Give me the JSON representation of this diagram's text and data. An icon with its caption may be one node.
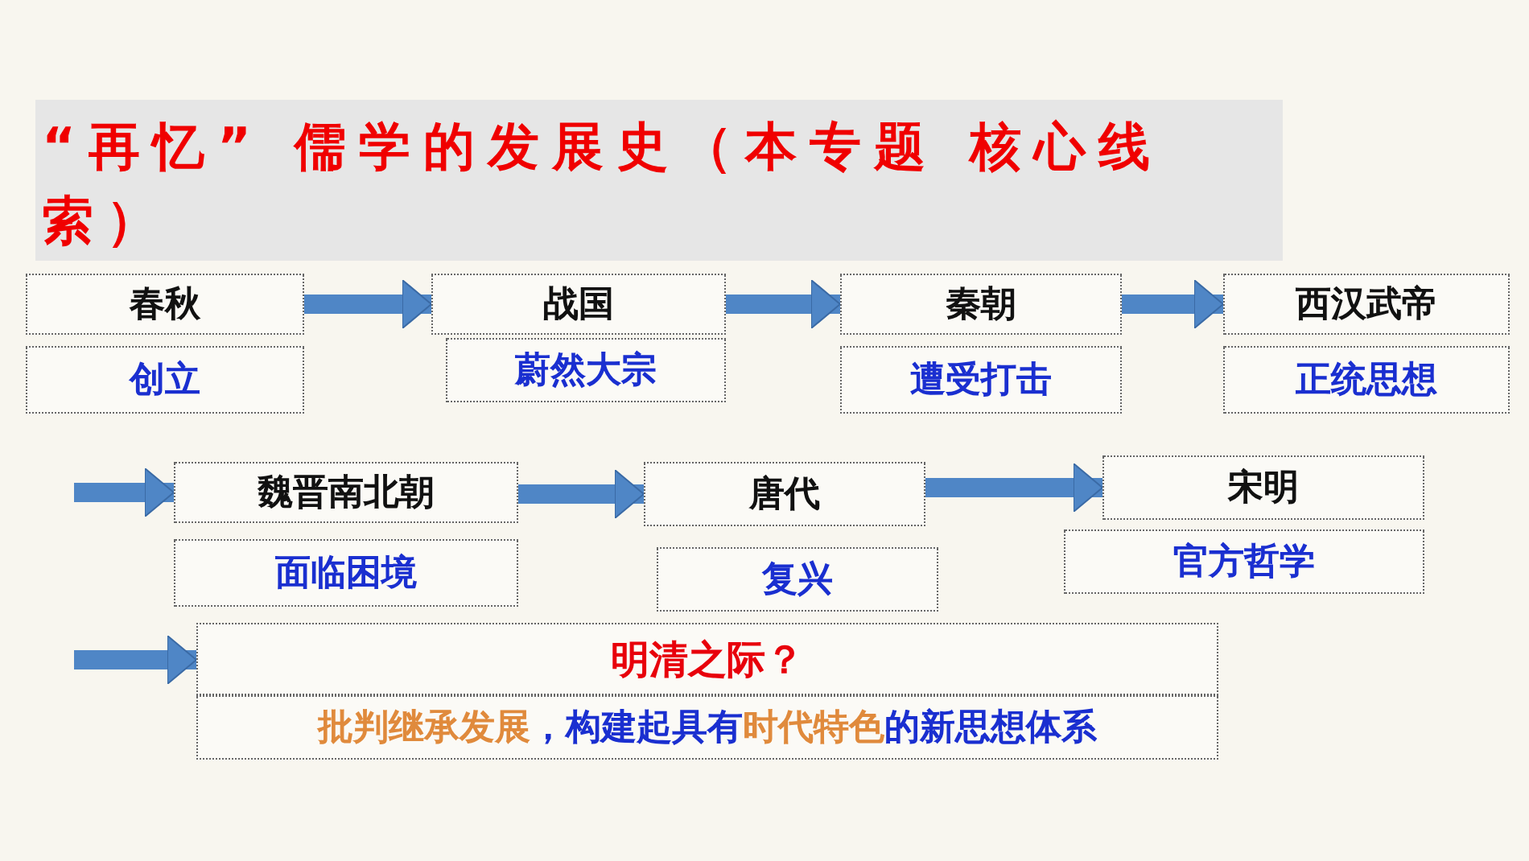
{
  "diagram": {
    "title": "“再忆” 儒学的发展史（本专题 核心线索）",
    "nodes": [
      {
        "text": [
          "春秋"
        ]
      },
      {
        "text": [
          "创立"
        ]
      },
      {
        "text": [
          "战国"
        ]
      },
      {
        "text": [
          "蔚然大宗"
        ]
      },
      {
        "text": [
          "秦朝"
        ]
      },
      {
        "text": [
          "遭受打击"
        ]
      },
      {
        "text": [
          "西汉武帝"
        ]
      },
      {
        "text": [
          "正统思想"
        ]
      },
      {
        "text": [
          "魏晋南北朝"
        ]
      },
      {
        "text": [
          "面临困境"
        ]
      },
      {
        "text": [
          "唐代"
        ]
      },
      {
        "text": [
          "复兴"
        ]
      },
      {
        "text": [
          "宋明"
        ]
      },
      {
        "text": [
          "官方哲学"
        ]
      },
      {
        "text": [
          "明清之际？"
        ]
      },
      {
        "text": [
          "**批判继承发展**，构建起具有**时代特色**的新思想体系"
        ]
      }
    ],
    "edges": [
      {
        "from": 0,
        "to": 2,
        "arrow": "to"
      },
      {
        "from": 2,
        "to": 4,
        "arrow": "to"
      },
      {
        "from": 4,
        "to": 6,
        "arrow": "to"
      },
      {
        "from": null,
        "to": 8,
        "arrow": "to"
      },
      {
        "from": 8,
        "to": 10,
        "arrow": "to"
      },
      {
        "from": 10,
        "to": 12,
        "arrow": "to"
      },
      {
        "from": null,
        "to": 14,
        "arrow": "to"
      }
    ]
  }
}
